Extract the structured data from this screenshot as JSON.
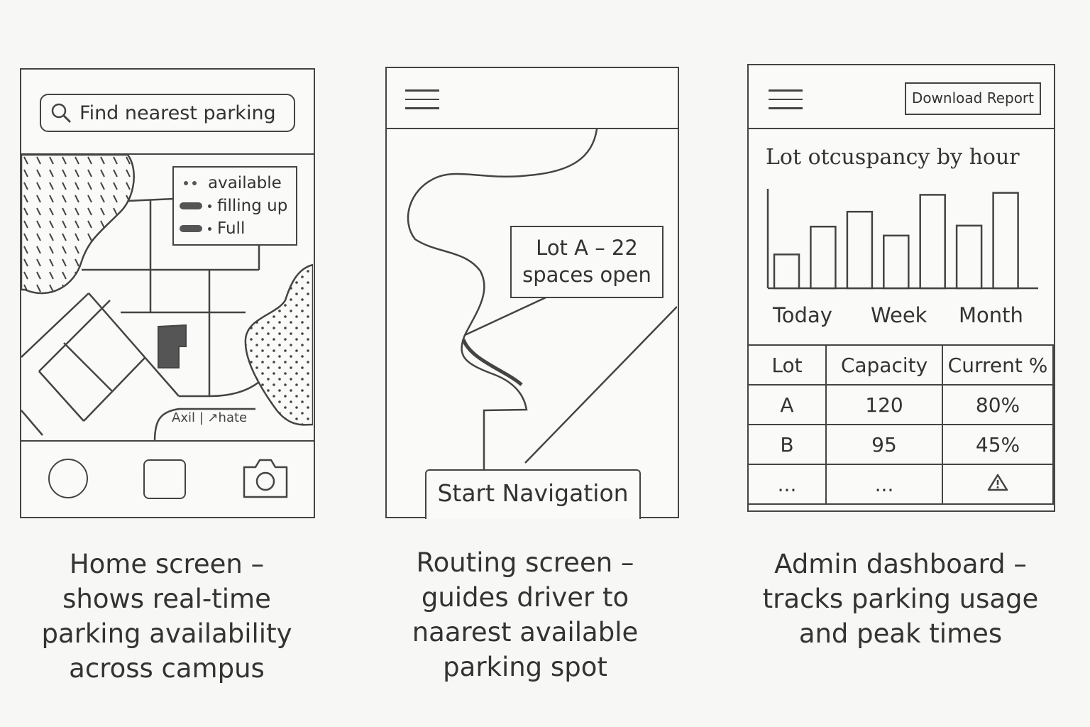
{
  "home": {
    "search_placeholder": "Find nearest parking",
    "legend": [
      {
        "label": "available",
        "swatch": "dots"
      },
      {
        "label": "filling up",
        "swatch": "bar"
      },
      {
        "label": "Full",
        "swatch": "bar"
      }
    ],
    "attribution": "Axil | ↗hate",
    "caption": "Home screen – shows real-time parking availability across campus"
  },
  "routing": {
    "callout_line1": "Lot A – 22",
    "callout_line2": "spaces open",
    "start_button": "Start Navigation",
    "caption": "Routing screen – guides driver to naarest available parking spot"
  },
  "admin": {
    "download_button": "Download Report",
    "chart_title": "Lot otcuspancy by hour",
    "ranges": [
      "Today",
      "Week",
      "Month"
    ],
    "table": {
      "headers": [
        "Lot",
        "Capacity",
        "Current %"
      ],
      "rows": [
        [
          "A",
          "120",
          "80%"
        ],
        [
          "B",
          "95",
          "45%"
        ],
        [
          "...",
          "...",
          ""
        ]
      ]
    },
    "caption": "Admin dashboard – tracks parking usage and peak times",
    "chart_data": {
      "type": "bar",
      "title": "Lot otcuspancy by hour",
      "values": [
        34,
        62,
        77,
        53,
        94,
        63,
        96
      ],
      "ylim": [
        0,
        100
      ],
      "grid": false
    }
  },
  "colors": {
    "stroke": "#444444",
    "background": "#f7f7f5"
  }
}
